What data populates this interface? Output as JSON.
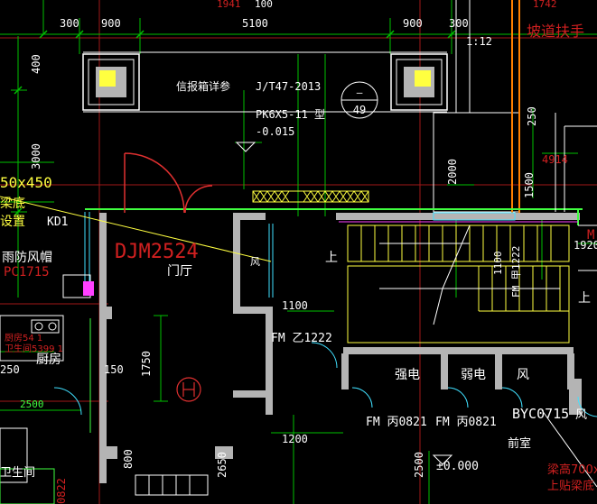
{
  "colors": {
    "background": "#000000",
    "wall": "#b4b4b4",
    "dim_line": "#00c000",
    "axis_line": "#c00000",
    "text_white": "#ffffff",
    "text_red": "#d02020",
    "text_yellow": "#ffff40",
    "text_green": "#40ff40",
    "text_cyan": "#40e0ff",
    "text_magenta": "#ff40ff",
    "orange": "#ff8000",
    "door": "#e03030"
  },
  "top_dims": {
    "d300": "300",
    "d900a": "900",
    "d5100": "5100",
    "d900b": "900",
    "d1941": "1941",
    "d100": "100",
    "d300b": "300",
    "d1742": "1742"
  },
  "left_dims": {
    "d400": "400",
    "d3000": "3000",
    "d150": "150",
    "d2500": "2500",
    "d250": "250"
  },
  "labels": {
    "well_detail": "信报箱详参",
    "standard": "J/T47-2013",
    "pk_type": "PK6X5-11 型",
    "elevation": "-0.015",
    "circle_top": "—",
    "circle_bottom": "49",
    "slope": "1:12",
    "ramp_rail": "坡道扶手",
    "d250": "250",
    "d4914": "4914",
    "d2000": "2000",
    "d1500": "1500",
    "beam_size": "50x450",
    "beam_bottom": "梁底",
    "beam_set": "设置",
    "kd1": "KD1",
    "rain_cap": "雨防风帽",
    "pc1715": "PC1715",
    "door_code": "DJM2524",
    "feng": "风",
    "shang1": "上",
    "men_ting": "门厅",
    "d1100": "1100",
    "d1100v": "1100",
    "fm_z": "FM 乙1222",
    "d1750": "1750",
    "kitchen": "厨房",
    "kitchen_note1": "厨房54 1",
    "kitchen_note2": "卫生间5399 1",
    "strong": "强电",
    "weak": "弱电",
    "feng2": "风",
    "fm_bing1": "FM 丙0821",
    "fm_bing2": "FM 丙0821",
    "byc": "BYC0715",
    "feng3": "风",
    "d1200": "1200",
    "d800": "800",
    "d2650": "2650",
    "d2500v": "2500",
    "plus_zero": "±0.000",
    "front_room": "前室",
    "beam_note1": "梁高700x",
    "beam_note2": "上贴梁底",
    "toilet": "卫生间",
    "d0822": "0822",
    "d1920": "1920",
    "fm_side": "FM 甲1222",
    "m_side": "M",
    "shang2": "上"
  }
}
